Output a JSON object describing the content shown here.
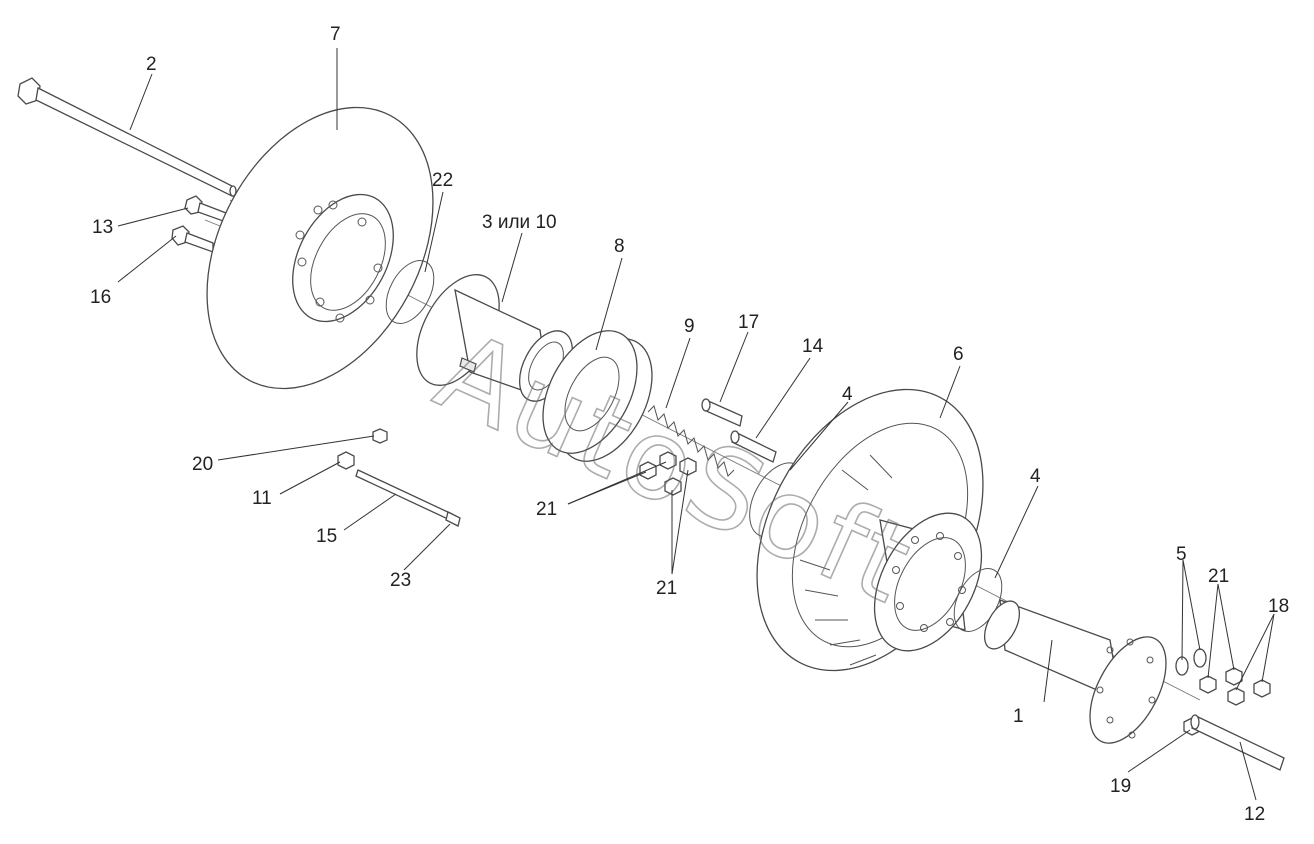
{
  "diagram": {
    "watermark": "AutoSoft",
    "labels": {
      "part_1": "1",
      "part_2": "2",
      "part_3_or_10": "3 или 10",
      "part_4_a": "4",
      "part_4_b": "4",
      "part_5": "5",
      "part_6": "6",
      "part_7": "7",
      "part_8": "8",
      "part_9": "9",
      "part_11": "11",
      "part_12": "12",
      "part_13": "13",
      "part_14": "14",
      "part_15": "15",
      "part_16": "16",
      "part_17": "17",
      "part_18": "18",
      "part_19": "19",
      "part_20": "20",
      "part_21_a": "21",
      "part_21_b": "21",
      "part_21_c": "21",
      "part_22": "22",
      "part_23": "23"
    }
  },
  "colors": {
    "line": "#4a4a4a",
    "background": "#ffffff"
  }
}
